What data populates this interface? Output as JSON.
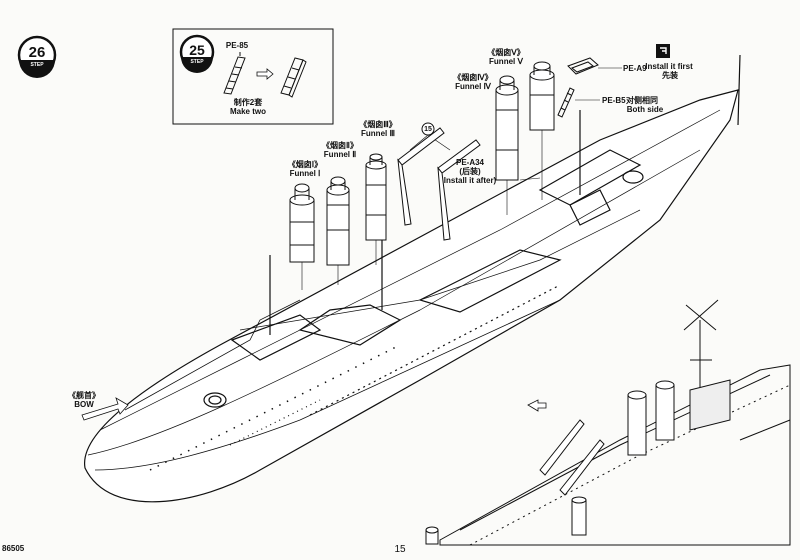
{
  "page": {
    "number": "15",
    "kit_code": "86505"
  },
  "steps": {
    "main": "26",
    "inset": "25",
    "step_word": "STEP"
  },
  "inset": {
    "part": "PE-85",
    "caption_cn": "制作2套",
    "caption_en": "Make two"
  },
  "funnels": [
    {
      "cn": "《烟囱Ⅰ》",
      "en": "Funnel Ⅰ"
    },
    {
      "cn": "《烟囱Ⅱ》",
      "en": "Funnel Ⅱ"
    },
    {
      "cn": "《烟囱Ⅲ》",
      "en": "Funnel Ⅲ"
    },
    {
      "cn": "《烟囱Ⅳ》",
      "en": "Funnel Ⅳ"
    },
    {
      "cn": "《烟囱Ⅴ》",
      "en": "Funnel Ⅴ"
    }
  ],
  "callouts": {
    "part15": "15",
    "pe_a34": {
      "part": "PE-A34",
      "cn": "(后装)",
      "en": "Install it after)"
    },
    "pe_a9": {
      "part": "PE-A9"
    },
    "install_first": {
      "en": "Install it first",
      "cn": "先装"
    },
    "pe_b5": {
      "part": "PE-B5",
      "cn": "对侧相同",
      "en": "Both side"
    },
    "bow": {
      "cn": "《舰首》",
      "en": "BOW"
    }
  }
}
